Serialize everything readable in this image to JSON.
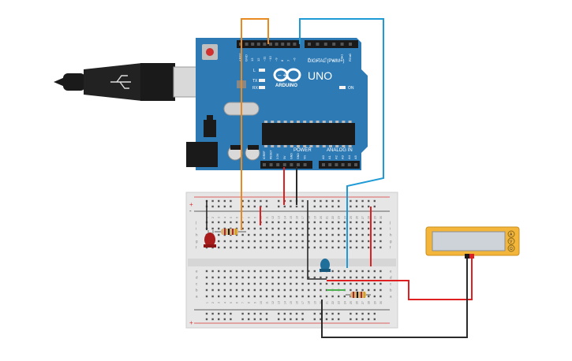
{
  "arduino": {
    "brand": "ARDUINO",
    "model": "UNO",
    "digital_label": "DIGITAL (PWM~)",
    "power_label": "POWER",
    "analog_label": "ANALOG IN",
    "on_label": "ON",
    "led_l": "L",
    "led_tx": "TX",
    "led_rx": "RX",
    "digital_pins": [
      "AREF",
      "GND",
      "13",
      "12",
      "~11",
      "~10",
      "~9",
      "8",
      "7",
      "~6",
      "~5",
      "4",
      "~3",
      "2",
      "TX▸1",
      "RX◂0"
    ],
    "power_pins": [
      "IOREF",
      "RESET",
      "3.3V",
      "5V",
      "GND",
      "GND",
      "Vin"
    ],
    "analog_pins": [
      "A0",
      "A1",
      "A2",
      "A3",
      "A4",
      "A5"
    ]
  },
  "breadboard": {
    "row_letters_top": [
      "j",
      "i",
      "h",
      "g",
      "f"
    ],
    "row_letters_bottom": [
      "e",
      "d",
      "c",
      "b",
      "a"
    ],
    "column_numbers": [
      "1",
      "2",
      "3",
      "4",
      "5",
      "6",
      "7",
      "8",
      "9",
      "10",
      "11",
      "12",
      "13",
      "14",
      "15",
      "16",
      "17",
      "18",
      "19",
      "20",
      "21",
      "22",
      "23",
      "24",
      "25",
      "26",
      "27",
      "28",
      "29",
      "30"
    ],
    "rail_plus": "+",
    "rail_minus": "-"
  },
  "multimeter": {
    "mode_labels": [
      "A",
      "V",
      "Ω"
    ]
  },
  "colors": {
    "board_blue": "#2d7ab5",
    "orange_wire": "#e88a1f",
    "blue_wire": "#1e9ad6",
    "red_wire": "#e02020",
    "black_wire": "#2a2a2a",
    "green_wire": "#4caf50",
    "led_red": "#a81c1c",
    "led_blue": "#1f6f9a",
    "meter_yellow": "#f3b63b"
  }
}
